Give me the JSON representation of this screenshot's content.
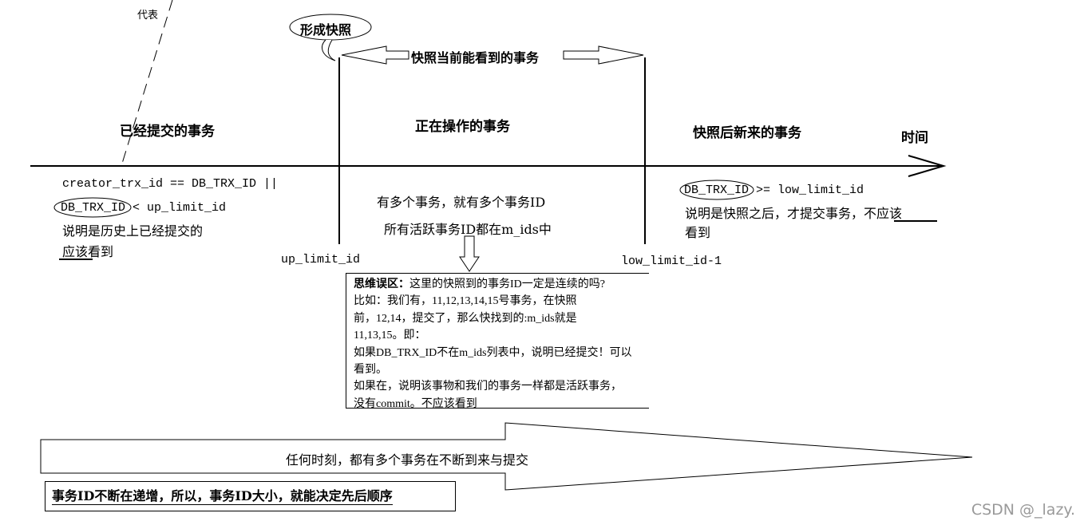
{
  "labels": {
    "represent": "代表",
    "form_snapshot": "形成快照",
    "visible_range": "快照当前能看到的事务",
    "committed": "已经提交的事务",
    "active": "正在操作的事务",
    "new_after": "快照后新来的事务",
    "time": "时间"
  },
  "left": {
    "cond1": "creator_trx_id == DB_TRX_ID ||",
    "cond2_id": "DB_TRX_ID",
    "cond2_rest": " < up_limit_id",
    "desc1": "说明是历史上已经提交的",
    "desc2": "应该看到"
  },
  "middle": {
    "line1": "有多个事务，就有多个事务ID",
    "line2": "所有活跃事务ID都在m_ids中"
  },
  "right": {
    "cond_id": "DB_TRX_ID",
    "cond_rest": " >= low_limit_id",
    "desc1a": "说明是快照之后，才提交事务，",
    "desc1b": "不应该",
    "desc2": "看到"
  },
  "markers": {
    "up": "up_limit_id",
    "low": "low_limit_id-1"
  },
  "note": {
    "title": "思维误区：",
    "title_rest": "这里的快照到的事务ID一定是连续的吗?",
    "l2": "比如：我们有，11,12,13,14,15号事务，在快照",
    "l3": "前，12,14，提交了，那么快找到的:m_ids就是",
    "l4": "11,13,15。即：",
    "l5a": "如果",
    "l5_id": "DB_TRX_ID",
    "l5b": "不在m_ids列表中，说明已经提交！可以",
    "l6": "看到。",
    "l7": "如果在，说明该事物和我们的事务一样都是活跃事务，",
    "l8": "没有commit。不应该看到"
  },
  "bottom": {
    "arrow_text": "任何时刻，都有多个事务在不断到来与提交",
    "summary": "事务ID不断在递增，所以，事务ID大小，就能决定先后顺序"
  },
  "watermark": "CSDN @_lazy."
}
